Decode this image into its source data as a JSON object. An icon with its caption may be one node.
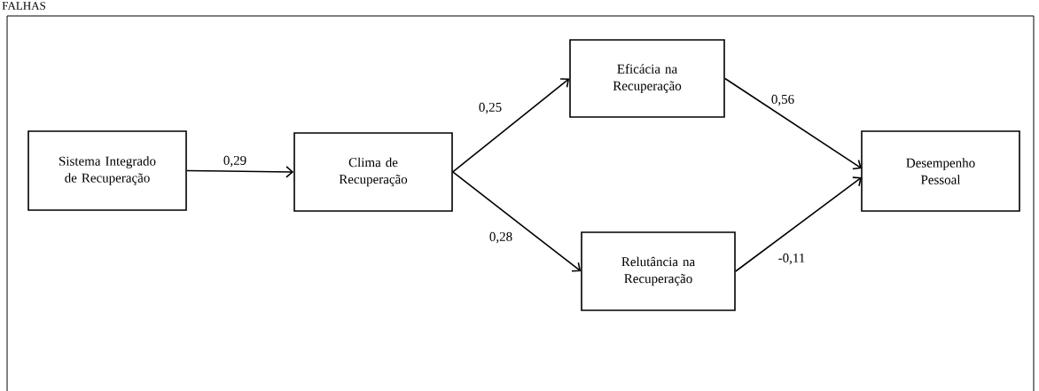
{
  "diagram": {
    "nodes": [
      {
        "text": [
          "Sistema Integrado de Recuperação"
        ]
      },
      {
        "text": [
          "Clima de Recuperação"
        ]
      },
      {
        "text": [
          "Eficácia na Recuperação"
        ]
      },
      {
        "text": [
          "Relutância na Recuperação"
        ]
      },
      {
        "text": [
          "Desempenho Pessoal"
        ]
      }
    ],
    "edges": [
      {
        "from": 0,
        "to": 1,
        "arrow": "to",
        "label": "0,29"
      },
      {
        "from": 1,
        "to": 2,
        "arrow": "to",
        "label": "0,25"
      },
      {
        "from": 1,
        "to": 3,
        "arrow": "to",
        "label": "0,28"
      },
      {
        "from": 2,
        "to": 4,
        "arrow": "to",
        "label": "0,56"
      },
      {
        "from": 3,
        "to": 4,
        "arrow": "to",
        "label": "-0,11"
      }
    ],
    "labels": [
      "FALHAS"
    ]
  }
}
